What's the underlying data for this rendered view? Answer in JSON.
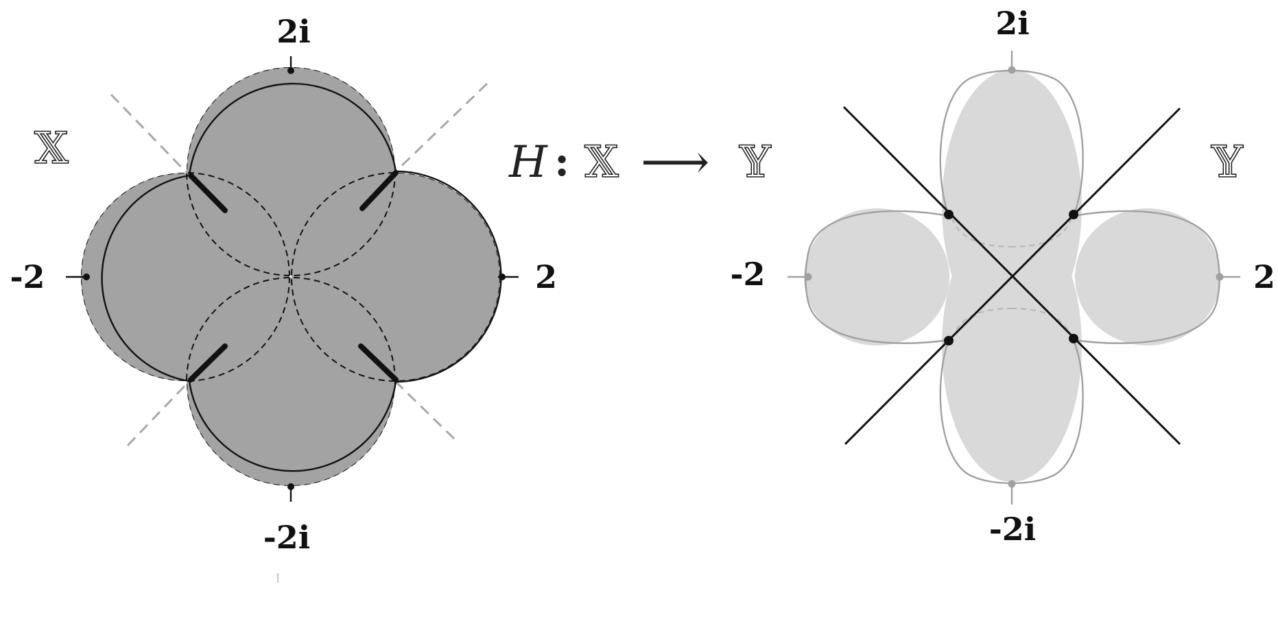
{
  "left_panel": {
    "name_label": "𝕏",
    "top_label": "2i",
    "bottom_label": "-2i",
    "left_label": "-2",
    "right_label": "2",
    "fill_color": "#a3a3a3",
    "stroke_color": "#111111",
    "asymptote_color": "#a8a8a8"
  },
  "map_label": {
    "function": "H",
    "colon": ":",
    "domain": "𝕏",
    "arrow": "⟶",
    "codomain": "𝕐"
  },
  "right_panel": {
    "name_label": "𝕐",
    "top_label": "2i",
    "bottom_label": "-2i",
    "left_label": "-2",
    "right_label": "2",
    "fill_color": "#d9d9d9",
    "stroke_color": "#a0a0a0",
    "line_color": "#111111"
  }
}
